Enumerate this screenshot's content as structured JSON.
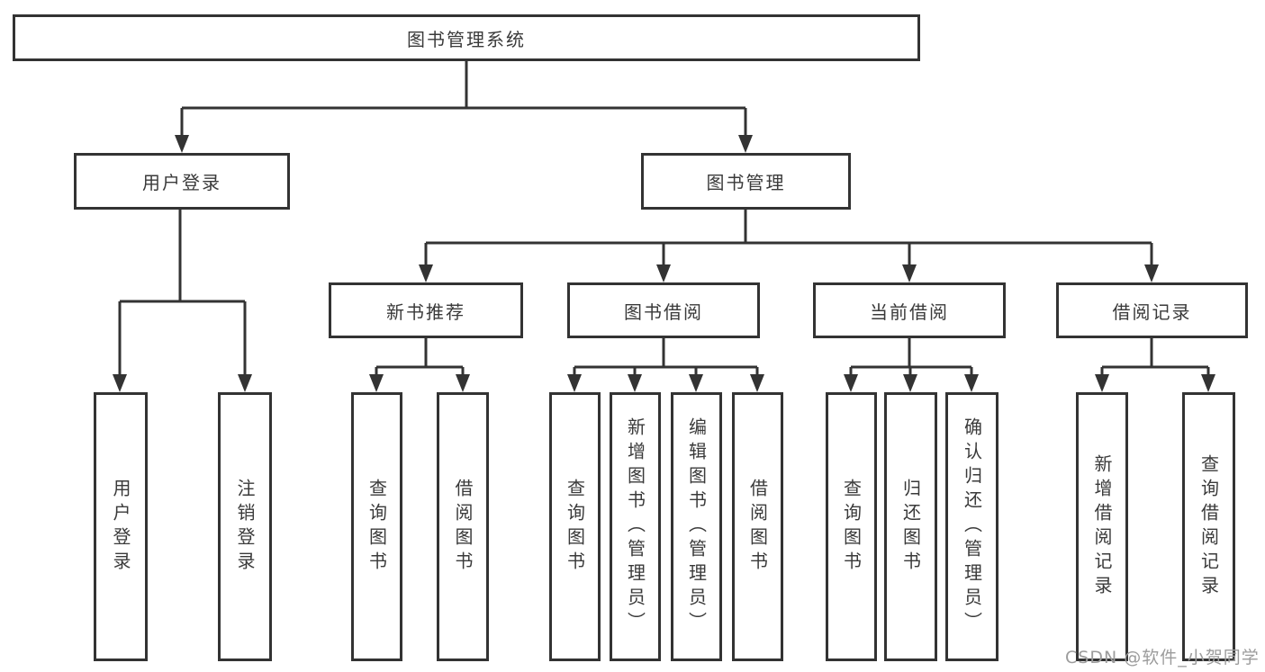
{
  "tree": {
    "root": {
      "label": "图书管理系统"
    },
    "branches": [
      {
        "label": "用户登录",
        "children": [
          {
            "label": "用户登录"
          },
          {
            "label": "注销登录"
          }
        ]
      },
      {
        "label": "图书管理",
        "children": [
          {
            "label": "新书推荐",
            "children": [
              {
                "label": "查询图书"
              },
              {
                "label": "借阅图书"
              }
            ]
          },
          {
            "label": "图书借阅",
            "children": [
              {
                "label": "查询图书"
              },
              {
                "label": "新增图书（管理员）"
              },
              {
                "label": "编辑图书（管理员）"
              },
              {
                "label": "借阅图书"
              }
            ]
          },
          {
            "label": "当前借阅",
            "children": [
              {
                "label": "查询图书"
              },
              {
                "label": "归还图书"
              },
              {
                "label": "确认归还（管理员）"
              }
            ]
          },
          {
            "label": "借阅记录",
            "children": [
              {
                "label": "新增借阅记录"
              },
              {
                "label": "查询借阅记录"
              }
            ]
          }
        ]
      }
    ]
  },
  "watermark": "CSDN @软件_小贺同学",
  "colors": {
    "line": "#333333",
    "text": "#3a3a3a",
    "watermark": "#9c9c9c",
    "bg": "#ffffff"
  }
}
